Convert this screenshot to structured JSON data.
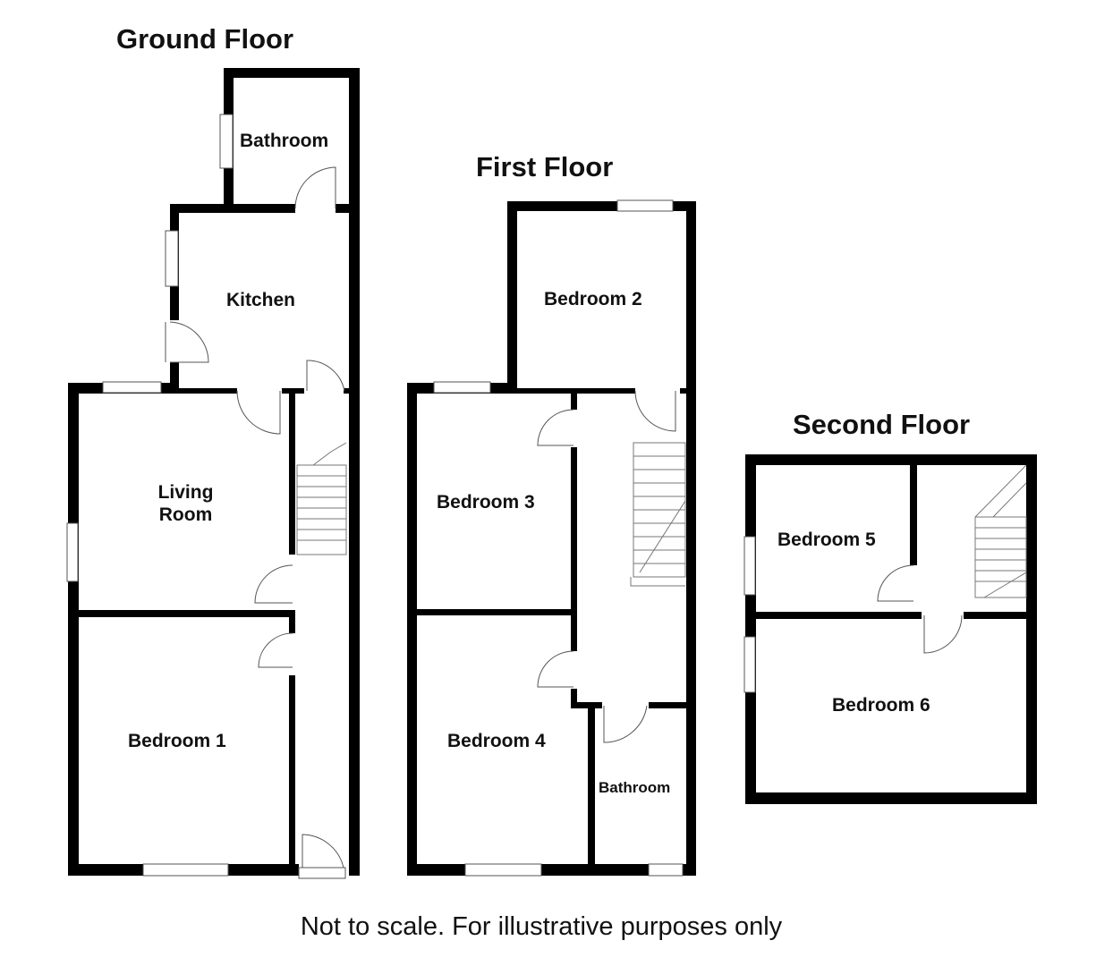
{
  "floors": {
    "ground": {
      "title": "Ground Floor",
      "rooms": {
        "bathroom": "Bathroom",
        "kitchen": "Kitchen",
        "living_1": "Living",
        "living_2": "Room",
        "bedroom1": "Bedroom 1"
      }
    },
    "first": {
      "title": "First Floor",
      "rooms": {
        "bedroom2": "Bedroom 2",
        "bedroom3": "Bedroom 3",
        "bedroom4": "Bedroom 4",
        "bathroom": "Bathroom"
      }
    },
    "second": {
      "title": "Second Floor",
      "rooms": {
        "bedroom5": "Bedroom 5",
        "bedroom6": "Bedroom 6"
      }
    }
  },
  "footer": "Not to scale. For illustrative purposes only",
  "colors": {
    "wall": "#000000",
    "background": "#ffffff"
  }
}
